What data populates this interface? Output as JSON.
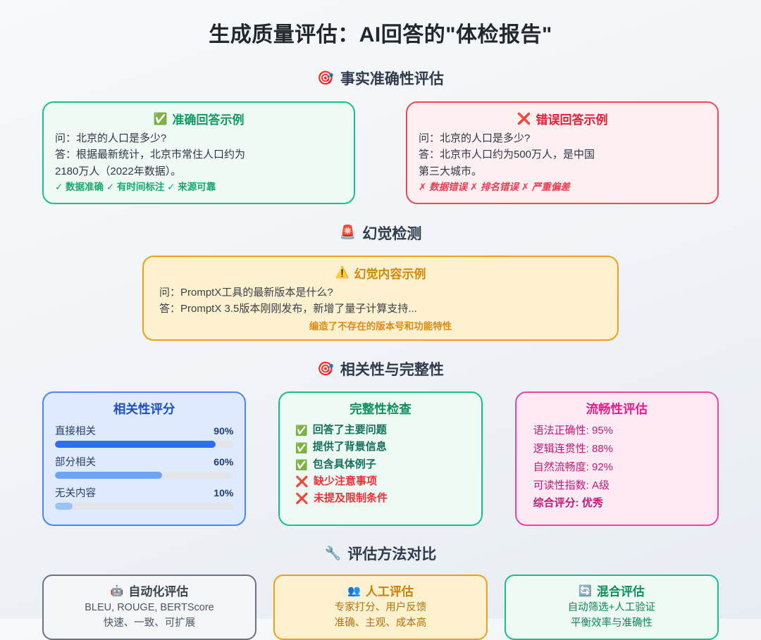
{
  "title": "生成质量评估：AI回答的\"体检报告\"",
  "sections": {
    "fact": {
      "icon": "🎯",
      "label": "事实准确性评估"
    },
    "hallucination": {
      "icon": "🚨",
      "label": "幻觉检测"
    },
    "relevance": {
      "icon": "🎯",
      "label": "相关性与完整性"
    },
    "methods": {
      "icon": "🔧",
      "label": "评估方法对比"
    }
  },
  "fact_cards": {
    "correct": {
      "icon": "✅",
      "title": "准确回答示例",
      "question": "问：北京的人口是多少?",
      "answer_line1": "答：根据最新统计，北京市常住人口约为",
      "answer_line2": "2180万人（2022年数据）。",
      "tags": "✓ 数据准确 ✓ 有时间标注 ✓ 来源可靠"
    },
    "wrong": {
      "icon": "❌",
      "title": "错误回答示例",
      "question": "问：北京的人口是多少?",
      "answer_line1": "答：北京市人口约为500万人，是中国",
      "answer_line2": "第三大城市。",
      "tags": "✗ 数据错误 ✗ 排名错误 ✗ 严重偏差"
    }
  },
  "hallucination_card": {
    "icon": "⚠️",
    "title": "幻觉内容示例",
    "question": "问：PromptX工具的最新版本是什么?",
    "answer": "答：PromptX 3.5版本刚刚发布，新增了量子计算支持...",
    "note": "编造了不存在的版本号和功能特性"
  },
  "relevance_card": {
    "title": "相关性评分",
    "bars": [
      {
        "label": "直接相关",
        "pct_label": "90%",
        "value": 90,
        "color": "#2d6ef0"
      },
      {
        "label": "部分相关",
        "pct_label": "60%",
        "value": 60,
        "color": "#6ea4f6"
      },
      {
        "label": "无关内容",
        "pct_label": "10%",
        "value": 10,
        "color": "#9cc2fa"
      }
    ]
  },
  "completeness_card": {
    "title": "完整性检查",
    "items": [
      {
        "glyph": "✅",
        "text": "回答了主要问题",
        "state": "ok"
      },
      {
        "glyph": "✅",
        "text": "提供了背景信息",
        "state": "ok"
      },
      {
        "glyph": "✅",
        "text": "包含具体例子",
        "state": "ok"
      },
      {
        "glyph": "❌",
        "text": "缺少注意事项",
        "state": "bad"
      },
      {
        "glyph": "❌",
        "text": "未提及限制条件",
        "state": "bad"
      }
    ]
  },
  "fluency_card": {
    "title": "流畅性评估",
    "items": [
      {
        "text": "语法正确性: 95%",
        "strong": false
      },
      {
        "text": "逻辑连贯性: 88%",
        "strong": false
      },
      {
        "text": "自然流畅度: 92%",
        "strong": false
      },
      {
        "text": "可读性指数: A级",
        "strong": false
      },
      {
        "text": "综合评分: 优秀",
        "strong": true
      }
    ]
  },
  "method_cards": [
    {
      "icon": "🤖",
      "title": "自动化评估",
      "line1": "BLEU, ROUGE, BERTScore",
      "line2": "快速、一致、可扩展"
    },
    {
      "icon": "👥",
      "title": "人工评估",
      "line1": "专家打分、用户反馈",
      "line2": "准确、主观、成本高"
    },
    {
      "icon": "🔄",
      "title": "混合评估",
      "line1": "自动筛选+人工验证",
      "line2": "平衡效率与准确性"
    }
  ]
}
